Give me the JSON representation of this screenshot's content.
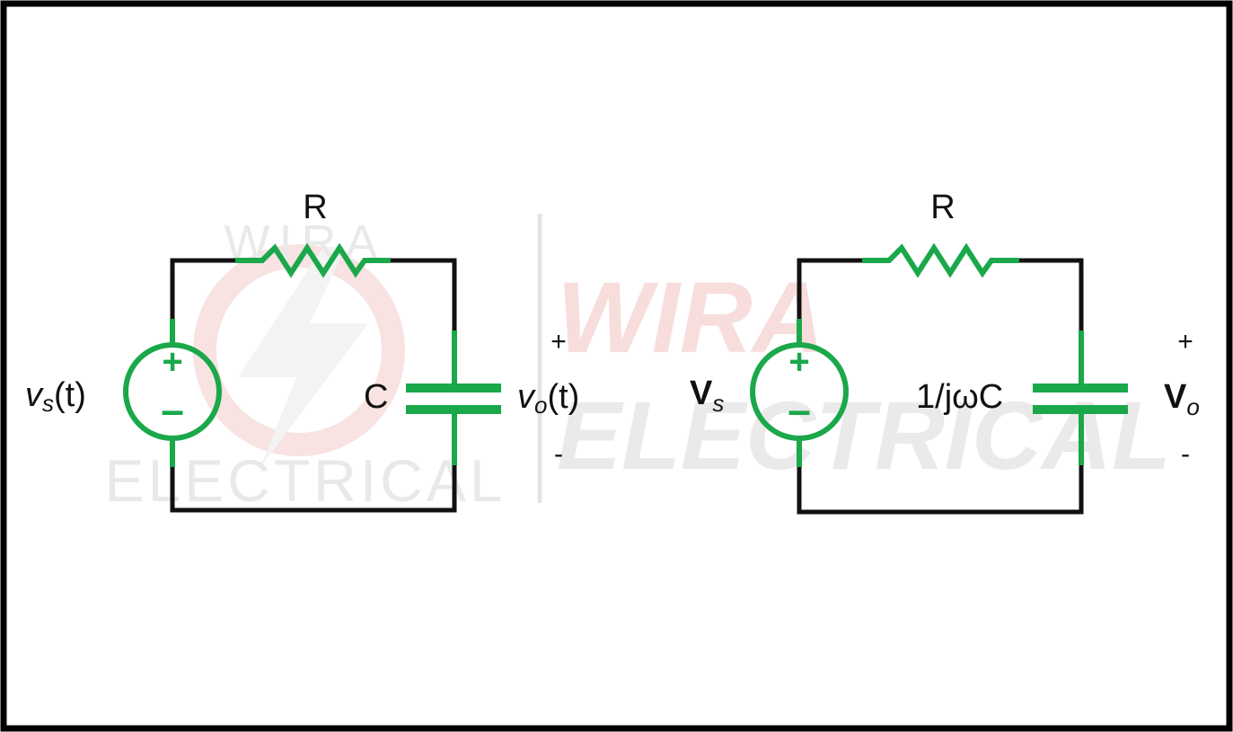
{
  "watermark": {
    "brand_top": "WIRA",
    "brand_bottom": "ELECTRICAL",
    "logo_alt_top": "WIRA",
    "logo_alt_bottom": "ELECTRICAL"
  },
  "left_circuit": {
    "resistor_label": "R",
    "capacitor_label": "C",
    "source_label_main": "v",
    "source_label_sub": "s",
    "source_label_tail": "(t)",
    "output_label_main": "v",
    "output_label_sub": "o",
    "output_label_tail": "(t)",
    "output_plus": "+",
    "output_minus": "-",
    "source_plus": "+",
    "source_minus": "–"
  },
  "right_circuit": {
    "resistor_label": "R",
    "capacitor_label": "1/jωC",
    "source_label_main": "V",
    "source_label_sub": "s",
    "output_label_main": "V",
    "output_label_sub": "o",
    "output_plus": "+",
    "output_minus": "-",
    "source_plus": "+",
    "source_minus": "–"
  },
  "colors": {
    "wire": "#111111",
    "component": "#1aa84a",
    "border": "#000000",
    "watermark_red": "#f7cccc",
    "watermark_gray": "#e2e2e2"
  }
}
